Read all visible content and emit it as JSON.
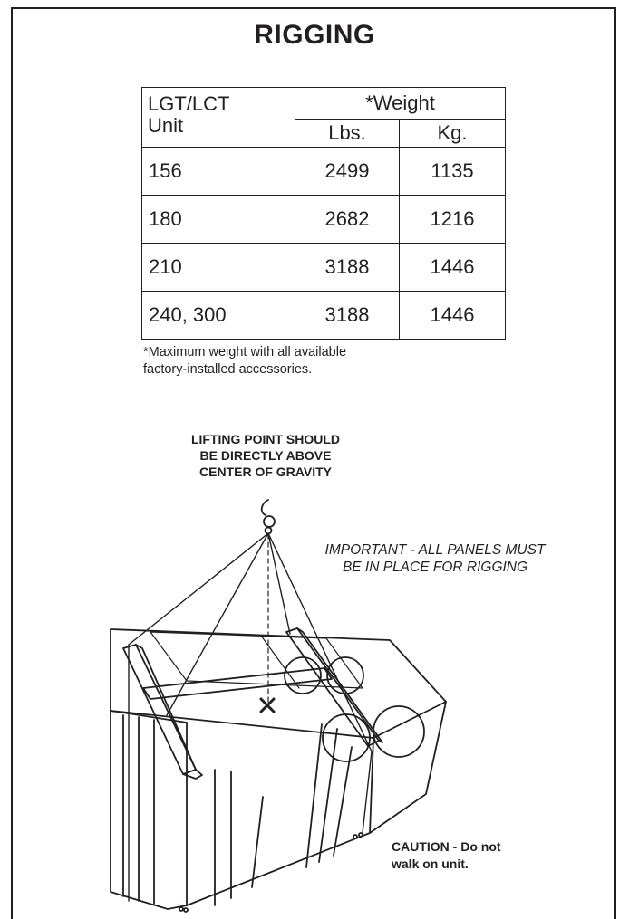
{
  "title": "RIGGING",
  "table": {
    "unit_header": [
      "LGT/LCT",
      "Unit"
    ],
    "weight_header": "*Weight",
    "lbs_header": "Lbs.",
    "kg_header": "Kg.",
    "rows": [
      {
        "unit": "156",
        "lbs": "2499",
        "kg": "1135"
      },
      {
        "unit": "180",
        "lbs": "2682",
        "kg": "1216"
      },
      {
        "unit": "210",
        "lbs": "3188",
        "kg": "1446"
      },
      {
        "unit": "240, 300",
        "lbs": "3188",
        "kg": "1446"
      }
    ]
  },
  "footnote": [
    "*Maximum weight with all available",
    "factory-installed accessories."
  ],
  "lifting_note": [
    "LIFTING POINT SHOULD",
    "BE DIRECTLY ABOVE",
    "CENTER OF GRAVITY"
  ],
  "important_note": [
    "IMPORTANT - ALL PANELS MUST",
    "BE IN PLACE FOR RIGGING"
  ],
  "caution_note": [
    "CAUTION - Do not",
    "walk on unit."
  ]
}
